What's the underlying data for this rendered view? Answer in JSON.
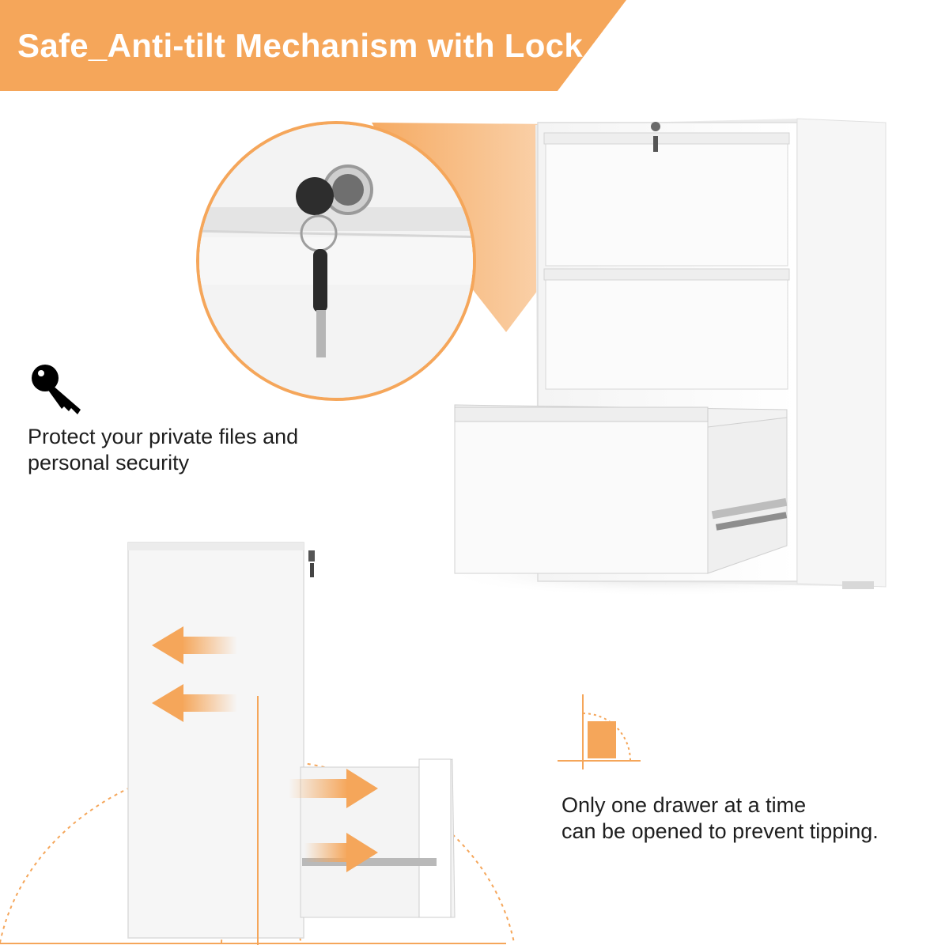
{
  "banner": {
    "title": "Safe_Anti-tilt Mechanism with Lock",
    "color": "#f5a65a"
  },
  "features": [
    {
      "icon": "key-icon",
      "lines": [
        "Protect your private files and",
        "personal security"
      ]
    },
    {
      "icon": "tilt-block-icon",
      "lines": [
        "Only one drawer at a time",
        "can be opened to prevent tipping."
      ]
    }
  ],
  "colors": {
    "accent": "#f5a65a",
    "cabinet": "#f7f7f7",
    "text": "#1e1e1e"
  }
}
